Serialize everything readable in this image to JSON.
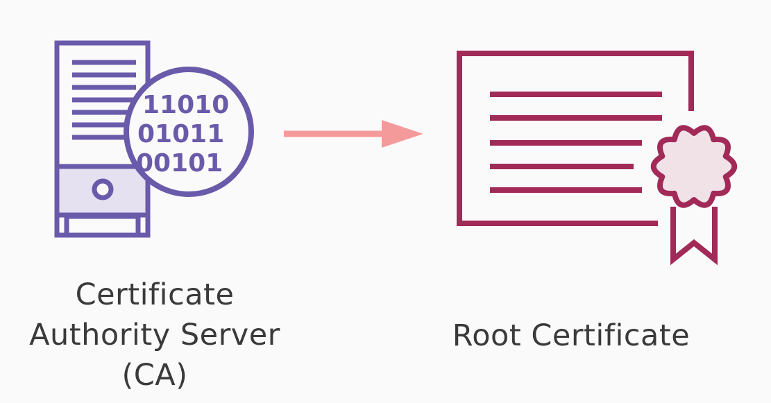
{
  "colors": {
    "background": "#fafafa",
    "server": "#6a5aaa",
    "server_fill": "#e6e1f1",
    "arrow": "#f59a9a",
    "certificate": "#a12a58",
    "seal_fill": "#f1e2e8",
    "text": "#3a3a3a"
  },
  "server_node": {
    "icon": "server-with-binary-magnifier-icon",
    "binary_rows": [
      "11010",
      "01011",
      "00101"
    ],
    "label_lines": [
      "Certificate",
      "Authority Server",
      "(CA)"
    ]
  },
  "arrow": {
    "icon": "right-arrow-icon",
    "direction": "left-to-right"
  },
  "certificate_node": {
    "icon": "certificate-with-seal-icon",
    "label_lines": [
      "Root Certificate"
    ]
  }
}
